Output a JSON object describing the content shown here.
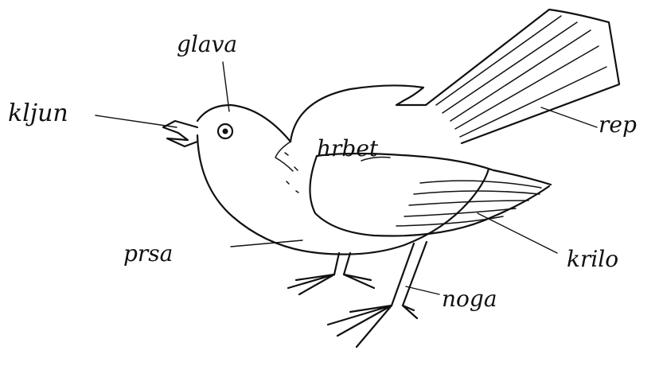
{
  "diagram": {
    "labels": {
      "head": "glava",
      "beak": "kljun",
      "back": "hrbet",
      "tail": "rep",
      "wing": "krilo",
      "chest": "prsa",
      "leg": "noga"
    }
  }
}
